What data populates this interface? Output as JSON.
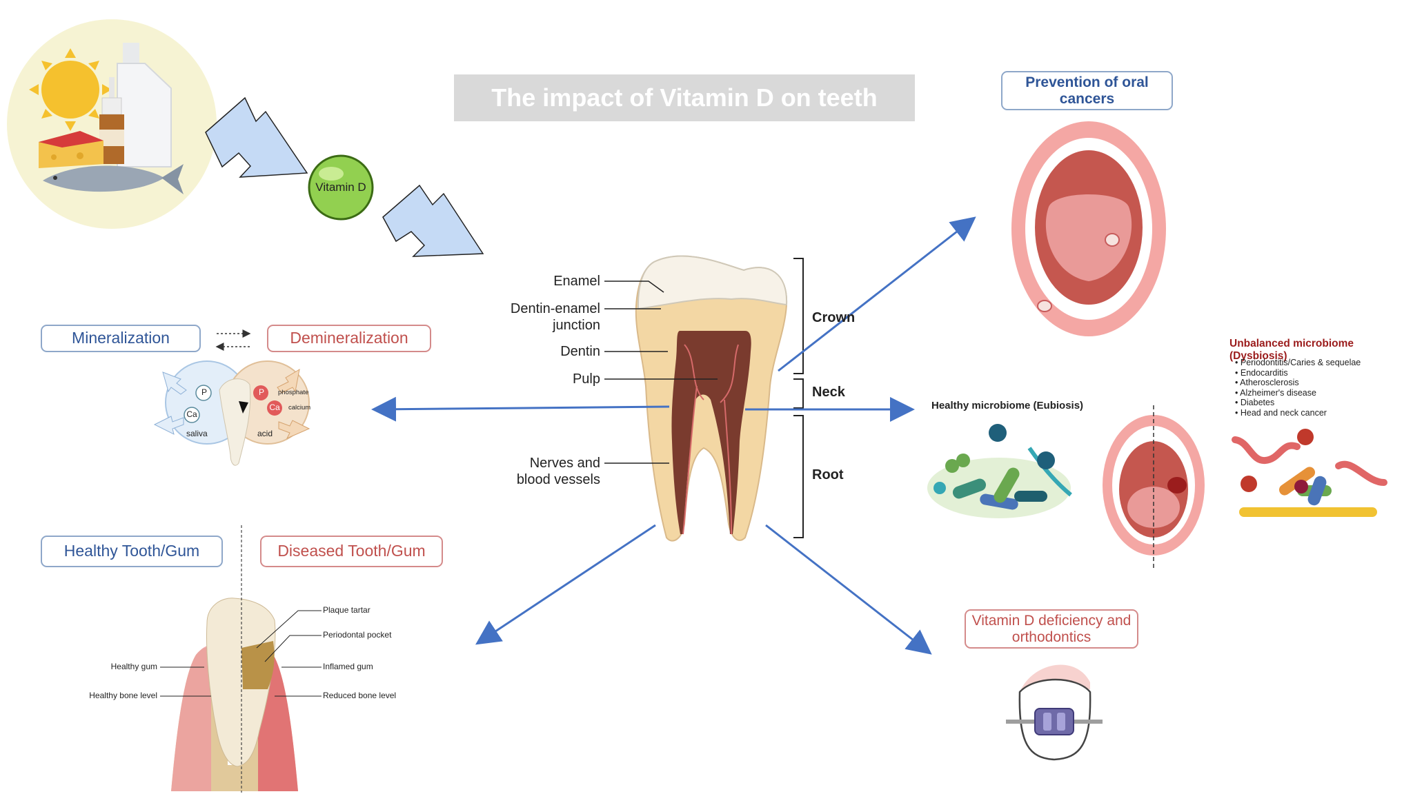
{
  "title": "The impact of Vitamin D on teeth",
  "vitamin_d": "Vitamin D",
  "tooth_layers": {
    "enamel": "Enamel",
    "dej": "Dentin-enamel junction",
    "dentin": "Dentin",
    "pulp": "Pulp",
    "nerves": "Nerves and blood vessels"
  },
  "tooth_sections": {
    "crown": "Crown",
    "neck": "Neck",
    "root": "Root"
  },
  "mineral": {
    "mineralization": "Mineralization",
    "demineralization": "Demineralization",
    "p": "P",
    "ca": "Ca",
    "saliva": "saliva",
    "acid": "acid",
    "phosphate": "phosphate",
    "calcium": "calcium"
  },
  "gum": {
    "healthy_title": "Healthy Tooth/Gum",
    "diseased_title": "Diseased Tooth/Gum",
    "plaque": "Plaque tartar",
    "pocket": "Periodontal pocket",
    "healthy_gum": "Healthy gum",
    "inflamed": "Inflamed gum",
    "healthy_bone": "Healthy bone level",
    "reduced_bone": "Reduced bone level"
  },
  "oral_cancer": "Prevention of oral cancers",
  "microbiome": {
    "healthy": "Healthy microbiome (Eubiosis)",
    "dysbiosis": "Unbalanced microbiome (Dysbiosis)",
    "conditions": [
      "Periodontitis/Caries & sequelae",
      "Endocarditis",
      "Atherosclerosis",
      "Alzheimer's disease",
      "Diabetes",
      "Head and neck cancer"
    ]
  },
  "ortho": "Vitamin D deficiency and orthodontics",
  "colors": {
    "blue_text": "#2f5597",
    "red_text": "#c0504d",
    "arrow_blue": "#4472c4",
    "block_arrow": "#c5daf5",
    "vitamin_green": "#92d050"
  }
}
